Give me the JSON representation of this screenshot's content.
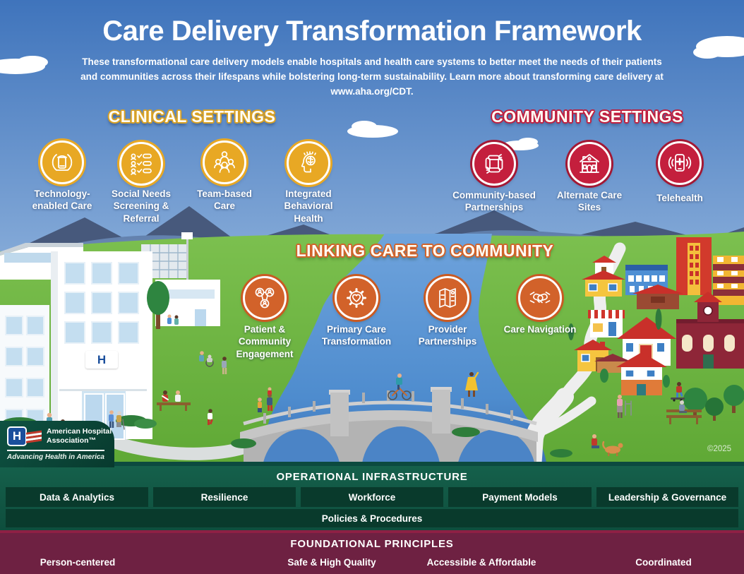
{
  "header": {
    "title": "Care Delivery Transformation Framework",
    "subtitle": "These transformational care delivery models enable hospitals and health care systems to better meet the needs of their patients and communities across their lifespans while bolstering long-term sustainability. Learn more about transforming care delivery at www.aha.org/CDT."
  },
  "sections": {
    "clinical": {
      "heading": "CLINICAL SETTINGS",
      "items": [
        {
          "label": "Technology-enabled Care",
          "icon": "technology-enabled-care-icon"
        },
        {
          "label": "Social Needs Screening & Referral",
          "icon": "social-needs-screening-icon"
        },
        {
          "label": "Team-based Care",
          "icon": "team-based-care-icon"
        },
        {
          "label": "Integrated Behavioral Health",
          "icon": "integrated-behavioral-health-icon"
        }
      ]
    },
    "community": {
      "heading": "COMMUNITY SETTINGS",
      "items": [
        {
          "label": "Community-based Partnerships",
          "icon": "community-based-partnerships-icon"
        },
        {
          "label": "Alternate Care Sites",
          "icon": "alternate-care-sites-icon"
        },
        {
          "label": "Telehealth",
          "icon": "telehealth-icon"
        }
      ]
    },
    "linking": {
      "heading": "LINKING CARE TO COMMUNITY",
      "items": [
        {
          "label": "Patient & Community Engagement",
          "icon": "patient-community-engagement-icon"
        },
        {
          "label": "Primary Care Transformation",
          "icon": "primary-care-transformation-icon"
        },
        {
          "label": "Provider Partnerships",
          "icon": "provider-partnerships-icon"
        },
        {
          "label": "Care Navigation",
          "icon": "care-navigation-icon"
        }
      ]
    }
  },
  "operational": {
    "heading": "OPERATIONAL INFRASTRUCTURE",
    "items": [
      "Data & Analytics",
      "Resilience",
      "Workforce",
      "Payment Models",
      "Leadership & Governance"
    ],
    "full_width_item": "Policies & Procedures"
  },
  "foundational": {
    "heading": "FOUNDATIONAL PRINCIPLES",
    "items": [
      "Person-centered",
      "Safe & High Quality",
      "Accessible & Affordable",
      "Coordinated"
    ]
  },
  "logo": {
    "monogram": "H",
    "name_line1": "American Hospital",
    "name_line2": "Association™",
    "tagline": "Advancing Health in America"
  },
  "scene": {
    "hospital_sign": "H",
    "copyright": "©2025"
  },
  "colors": {
    "sky": "#4679BF",
    "gold": "#E8A824",
    "red": "#C41F3D",
    "orange": "#D2622A",
    "grass": "#6FB53F",
    "river": "#4E8CCE",
    "operational_bg": "#115945",
    "operational_box": "#093A2C",
    "foundational_bg": "#6E2142",
    "aha_blue": "#1B4F9C"
  }
}
